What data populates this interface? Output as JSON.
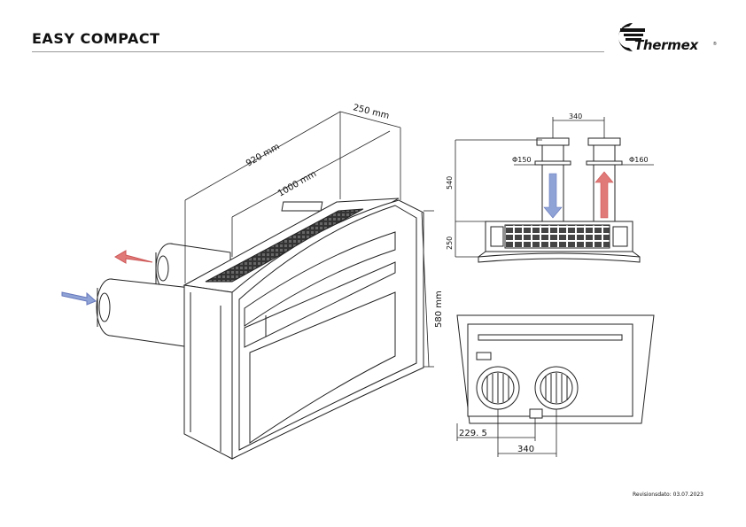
{
  "header": {
    "title": "EASY COMPACT",
    "brand": "Thermex",
    "brand_mark": "®"
  },
  "iso_view": {
    "dim_width_outer": "1000 mm",
    "dim_width_inner": "920 mm",
    "dim_depth": "250 mm",
    "dim_height": "580 mm"
  },
  "side_view": {
    "dim_pipe_spacing": "340",
    "dim_pipe_left": "Φ150",
    "dim_pipe_right": "Φ160",
    "dim_pipe_height": "540",
    "dim_body_height": "250"
  },
  "back_view": {
    "dim_offset": "229. 5",
    "dim_pipe_spacing": "340"
  },
  "colors": {
    "intake_arrow": "#8fa3d6",
    "exhaust_arrow": "#e07a78"
  },
  "footer": {
    "revision": "Revisionsdato: 03.07.2023"
  }
}
